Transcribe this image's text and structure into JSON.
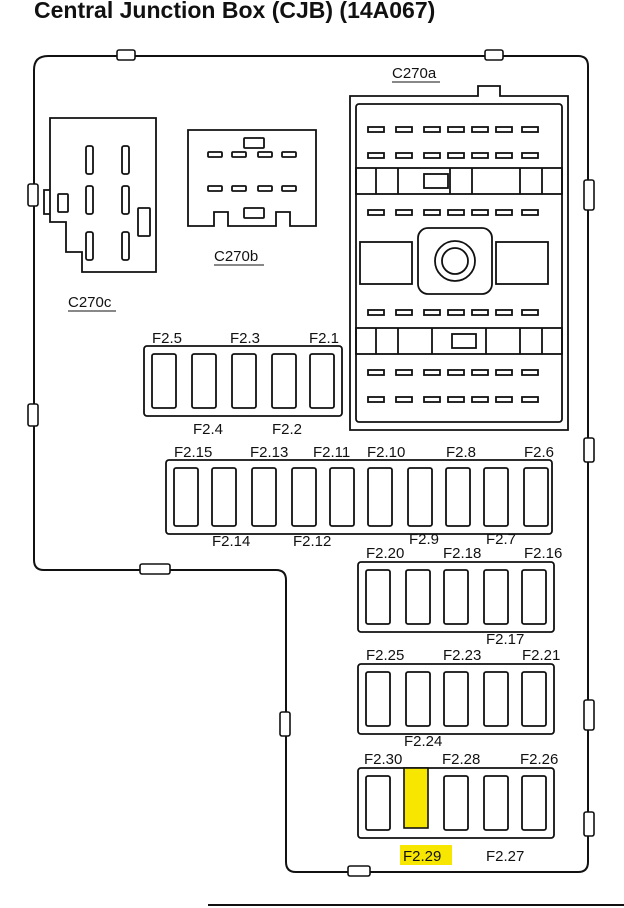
{
  "title": "Central Junction Box (CJB) (14A067)",
  "connectors": {
    "c270a": "C270a",
    "c270b": "C270b",
    "c270c": "C270c"
  },
  "fuses": {
    "f2_1": "F2.1",
    "f2_2": "F2.2",
    "f2_3": "F2.3",
    "f2_4": "F2.4",
    "f2_5": "F2.5",
    "f2_6": "F2.6",
    "f2_7": "F2.7",
    "f2_8": "F2.8",
    "f2_9": "F2.9",
    "f2_10": "F2.10",
    "f2_11": "F2.11",
    "f2_12": "F2.12",
    "f2_13": "F2.13",
    "f2_14": "F2.14",
    "f2_15": "F2.15",
    "f2_16": "F2.16",
    "f2_17": "F2.17",
    "f2_18": "F2.18",
    "f2_20": "F2.20",
    "f2_21": "F2.21",
    "f2_23": "F2.23",
    "f2_24": "F2.24",
    "f2_25": "F2.25",
    "f2_26": "F2.26",
    "f2_27": "F2.27",
    "f2_28": "F2.28",
    "f2_29": "F2.29",
    "f2_30": "F2.30"
  },
  "highlight": {
    "fuse": "F2.29",
    "color": "#f7e600"
  }
}
